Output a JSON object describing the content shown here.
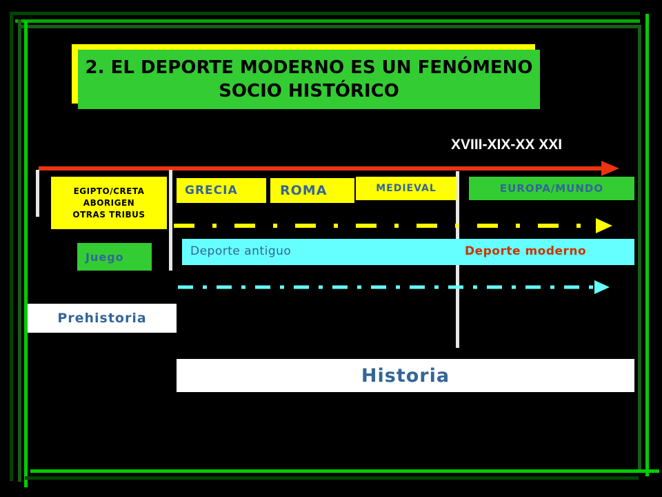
{
  "title": {
    "line1": "2.  El deporte moderno es un fenómeno",
    "line2": "socio histórico"
  },
  "timeline": {
    "centuries_label": "XVIII-XIX-XX XXI",
    "periods": {
      "egipto": [
        "EGIPTO/CRETA",
        "ABORIGEN",
        "OTRAS TRIBUS"
      ],
      "grecia": "GRECIA",
      "roma": "ROMA",
      "medieval": "MEDIEVAL",
      "europa": "EUROPA/MUNDO"
    },
    "juego": "Juego",
    "deporte_antiguo": "Deporte antiguo",
    "deporte_moderno": "Deporte moderno",
    "prehistoria": "Prehistoria",
    "historia": "Historia"
  },
  "colors": {
    "background": "#000000",
    "frame_green": "#00cc00",
    "title_green": "#33cc33",
    "title_shadow": "#ffff00",
    "arrow_red": "#ee3311",
    "yellow": "#ffff00",
    "cyan": "#66ffff",
    "label_blue": "#336699",
    "modern_red": "#cc3300"
  }
}
